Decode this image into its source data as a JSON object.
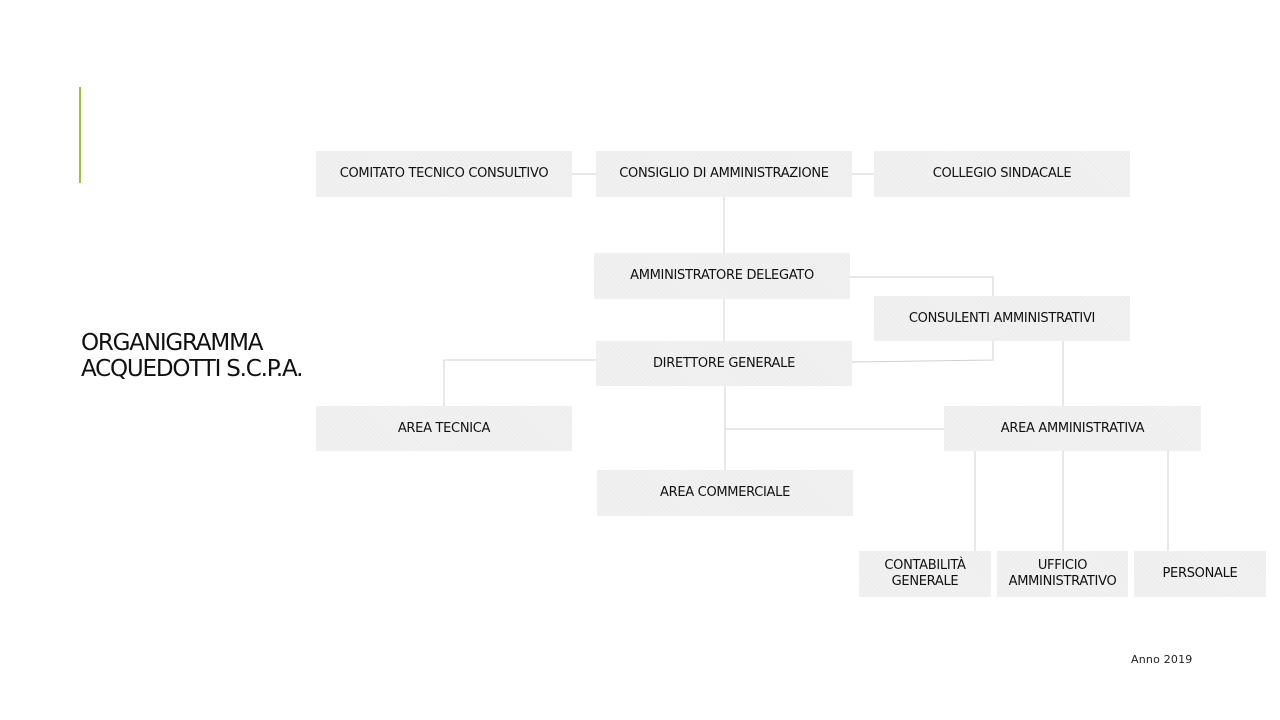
{
  "title": {
    "line1": "ORGANIGRAMMA",
    "line2": "ACQUEDOTTI S.C.P.A."
  },
  "boxes": {
    "comitato": "COMITATO TECNICO CONSULTIVO",
    "consiglio": "CONSIGLIO DI AMMINISTRAZIONE",
    "collegio": "COLLEGIO SINDACALE",
    "amministratore": "AMMINISTRATORE DELEGATO",
    "consulenti": "CONSULENTI AMMINISTRATIVI",
    "direttore": "DIRETTORE GENERALE",
    "area_tecnica": "AREA TECNICA",
    "area_amministrativa": "AREA AMMINISTRATIVA",
    "area_commerciale": "AREA COMMERCIALE",
    "contabilita": "CONTABILITÀ\nGENERALE",
    "ufficio": "UFFICIO\nAMMINISTRATIVO",
    "personale": "PERSONALE"
  },
  "footer": {
    "year": "Anno 2019"
  },
  "colors": {
    "accent": "#9dc23a",
    "box_fill": "#f1f1f1",
    "connector": "#d0d0d0"
  }
}
